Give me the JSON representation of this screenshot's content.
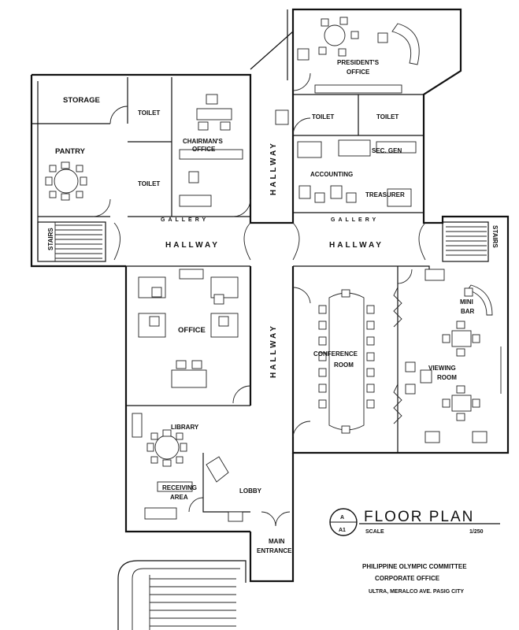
{
  "rooms": {
    "storage": "STORAGE",
    "pantry": "PANTRY",
    "toilet_1": "TOILET",
    "toilet_2": "TOILET",
    "toilet_3": "TOILET",
    "toilet_4": "TOILET",
    "chairmans_office_1": "CHAIRMAN'S",
    "chairmans_office_2": "OFFICE",
    "presidents_office_1": "PRESIDENT'S",
    "presidents_office_2": "OFFICE",
    "sec_gen": "SEC. GEN",
    "accounting": "ACCOUNTING",
    "treasurer": "TREASURER",
    "stairs_left": "STAIRS",
    "stairs_right": "STAIRS",
    "office": "OFFICE",
    "conference_1": "CONFERENCE",
    "conference_2": "ROOM",
    "mini_bar_1": "MINI",
    "mini_bar_2": "BAR",
    "viewing_1": "VIEWING",
    "viewing_2": "ROOM",
    "library": "LIBRARY",
    "receiving_1": "RECEIVING",
    "receiving_2": "AREA",
    "lobby": "LOBBY",
    "main_entrance_1": "MAIN",
    "main_entrance_2": "ENTRANCE"
  },
  "circulation": {
    "hallway_top_vertical": "HALLWAY",
    "hallway_left": "HALLWAY",
    "hallway_right": "HALLWAY",
    "hallway_lower_vertical": "HALLWAY",
    "gallery_left": "GALLERY",
    "gallery_right": "GALLERY"
  },
  "title_block": {
    "symbol_top": "A",
    "symbol_bottom": "A1",
    "title": "FLOOR PLAN",
    "scale_label": "SCALE",
    "scale_value": "1/250",
    "client": "PHILIPPINE OLYMPIC COMMITTEE",
    "project": "CORPORATE OFFICE",
    "address": "ULTRA, MERALCO AVE. PASIG CITY"
  }
}
